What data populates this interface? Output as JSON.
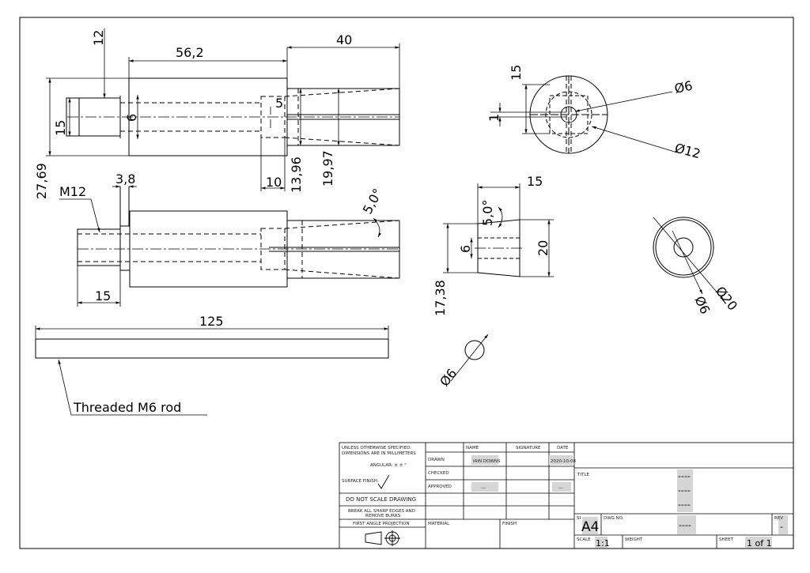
{
  "dims": {
    "d_12": "12",
    "d_56_2": "56,2",
    "d_40": "40",
    "d_15_left": "15",
    "d_27_69": "27,69",
    "d_6_top": "6",
    "d_5": "5",
    "d_10": "10",
    "d_13_96": "13,96",
    "d_19_97": "19,97",
    "d_3_8": "3,8",
    "d_m12": "M12",
    "d_5deg": "5,0°",
    "d_15_thread": "15",
    "d_125": "125",
    "rod_label": "Threaded M6 rod",
    "tv_15": "15",
    "tv_1": "1",
    "tv_dia6": "Ø6",
    "tv_dia12": "Ø12",
    "cone_15": "15",
    "cone_5deg": "5,0°",
    "cone_6": "6",
    "cone_20": "20",
    "cone_17_38": "17,38",
    "washer_dia20": "Ø20",
    "washer_dia6": "Ø6",
    "pin_dia6": "Ø6"
  },
  "title_block": {
    "unless": "UNLESS OTHERWISE SPECIFIED:",
    "dims_mm": "DIMENSIONS ARE IN MILLIMETERS",
    "angular": "ANGULAR: ± ±  °",
    "surface_finish": "SURFACE FINISH:",
    "do_not_scale": "DO NOT SCALE DRAWING",
    "break_edges_1": "BREAK ALL SHARP EDGES AND",
    "break_edges_2": "REMOVE BURRS",
    "first_angle": "FIRST ANGLE PROJECTION",
    "col_name": "NAME",
    "col_signature": "SIGNATURE",
    "col_date": "DATE",
    "row_drawn": "DRAWN",
    "row_checked": "CHECKED",
    "row_approved": "APPROVED",
    "drawn_name": "IAIN DOWNS",
    "drawn_date": "2020-10-08",
    "approved_name": "---",
    "approved_date": "---",
    "material": "MATERIAL",
    "finish": "FINISH",
    "title_label": "TITLE",
    "title_line_1": "----",
    "title_line_2": "----",
    "title_line_3": "----",
    "size_label": "SI",
    "size_value": "A4",
    "dwg_no_label": "DWG NO.",
    "dwg_no_value": "----",
    "rev_label": "REV",
    "rev_value": "-",
    "scale_label": "SCALE",
    "scale_value": "1:1",
    "weight_label": "WEIGHT",
    "sheet_label": "SHEET",
    "sheet_value": "1 of 1"
  }
}
